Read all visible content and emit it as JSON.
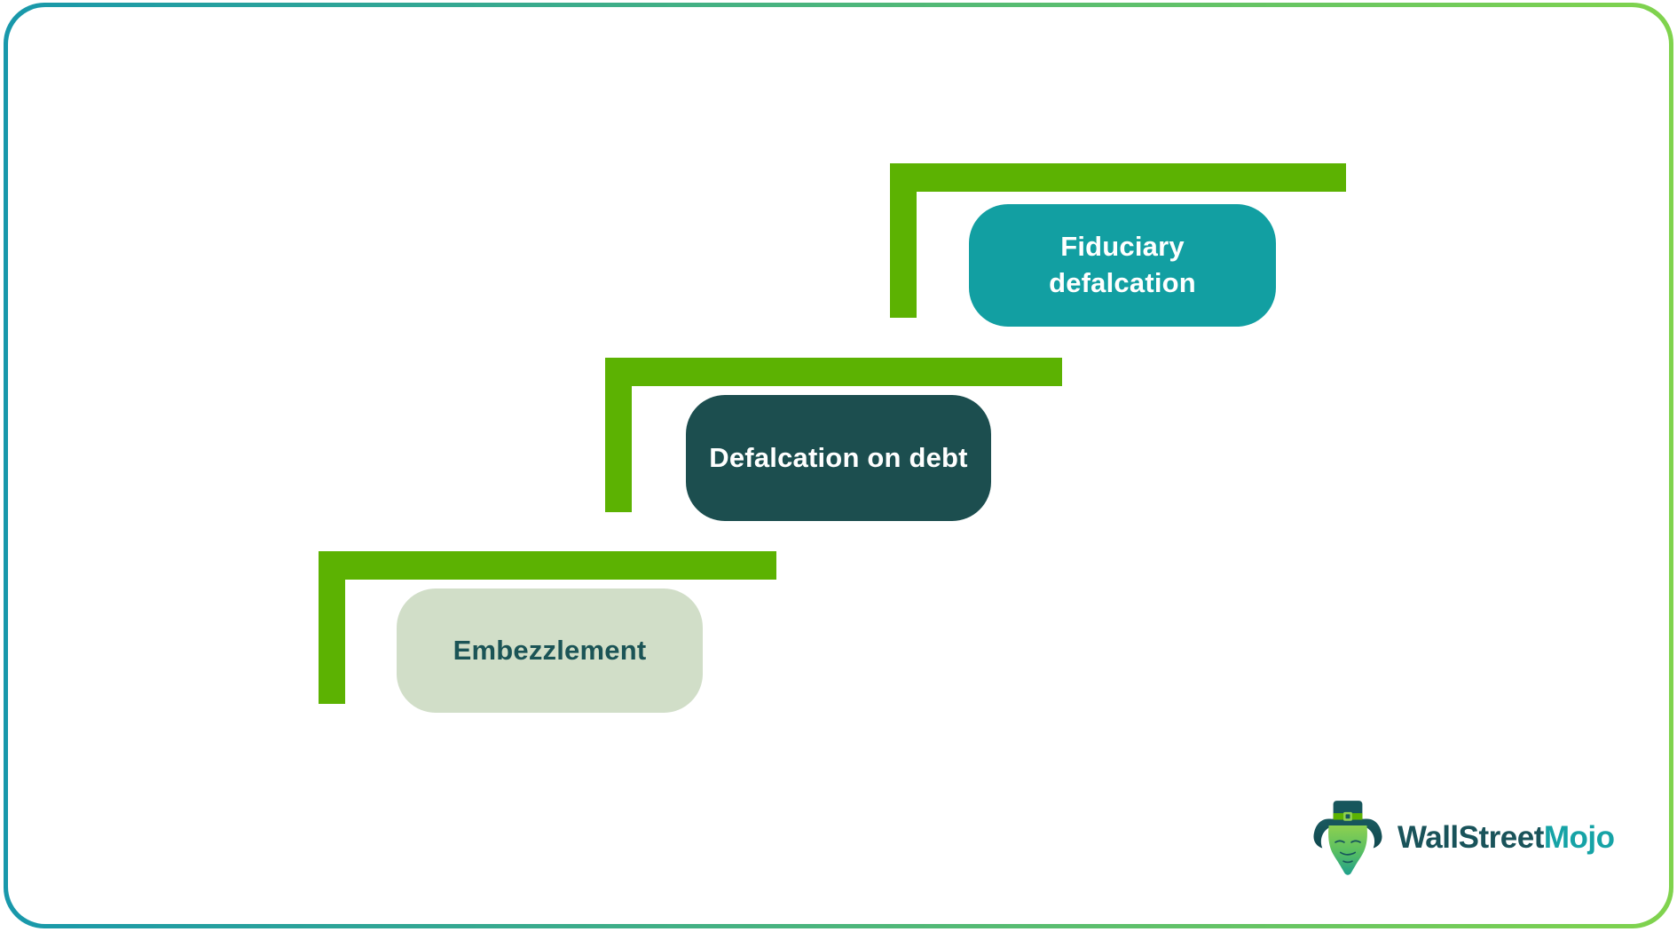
{
  "canvas": {
    "background": "#ffffff",
    "border_gradient_left": "#1898AB",
    "border_gradient_right": "#80D34D"
  },
  "diagram": {
    "bracket_color": "#5CB202",
    "steps": [
      {
        "label": "Fiduciary defalcation",
        "box_bg": "#129FA2",
        "text_color": "#FFFFFF"
      },
      {
        "label": "Defalcation on debt",
        "box_bg": "#1C4E4F",
        "text_color": "#FFFFFF"
      },
      {
        "label": "Embezzlement",
        "box_bg": "#D1DEC8",
        "text_color": "#1B5456"
      }
    ]
  },
  "branding": {
    "logo_text_primary": "WallStreet",
    "logo_text_secondary": "Mojo",
    "primary_color": "#19535A",
    "secondary_color": "#16A3A6",
    "mascot_icon": "bull-with-top-hat-icon"
  }
}
